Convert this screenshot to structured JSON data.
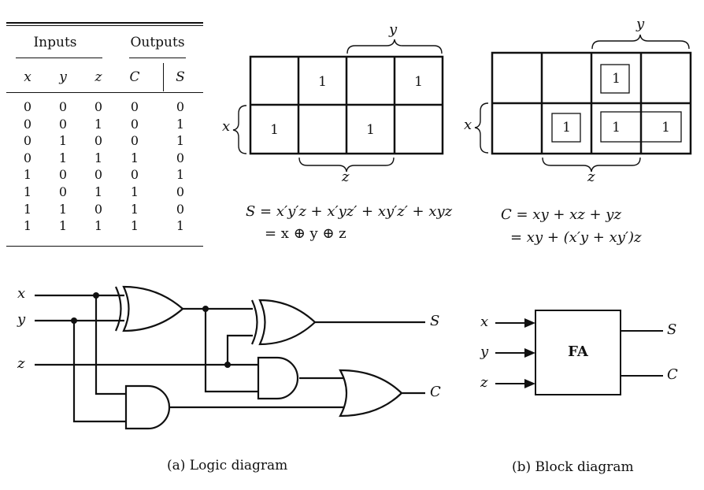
{
  "truth_table": {
    "group_headers": {
      "inputs": "Inputs",
      "outputs": "Outputs"
    },
    "columns": [
      "x",
      "y",
      "z",
      "C",
      "S"
    ],
    "rows": [
      [
        "0",
        "0",
        "0",
        "0",
        "0"
      ],
      [
        "0",
        "0",
        "1",
        "0",
        "1"
      ],
      [
        "0",
        "1",
        "0",
        "0",
        "1"
      ],
      [
        "0",
        "1",
        "1",
        "1",
        "0"
      ],
      [
        "1",
        "0",
        "0",
        "0",
        "1"
      ],
      [
        "1",
        "0",
        "1",
        "1",
        "0"
      ],
      [
        "1",
        "1",
        "0",
        "1",
        "0"
      ],
      [
        "1",
        "1",
        "1",
        "1",
        "1"
      ]
    ]
  },
  "kmap_s": {
    "row_var": "x",
    "col_var_top": "y",
    "col_var_bottom": "z",
    "top_row": [
      "",
      "1",
      "",
      "1"
    ],
    "bottom_row": [
      "1",
      "",
      "1",
      ""
    ],
    "equation_line1": "S = x′y′z + x′yz′ + xy′z′ + xyz",
    "equation_line2": "= x ⊕ y ⊕ z"
  },
  "kmap_c": {
    "row_var": "x",
    "col_var_top": "y",
    "col_var_bottom": "z",
    "top_row": [
      "",
      "",
      "1",
      ""
    ],
    "bottom_row": [
      "",
      "1",
      "1",
      "1"
    ],
    "equation_line1": "C = xy + xz + yz",
    "equation_line2": "= xy + (x′y + xy′)z"
  },
  "logic_diagram": {
    "inputs": [
      "x",
      "y",
      "z"
    ],
    "outputs": [
      "S",
      "C"
    ],
    "caption": "(a) Logic diagram"
  },
  "block_diagram": {
    "inputs": [
      "x",
      "y",
      "z"
    ],
    "outputs": [
      "S",
      "C"
    ],
    "block_label": "FA",
    "caption": "(b) Block diagram"
  }
}
